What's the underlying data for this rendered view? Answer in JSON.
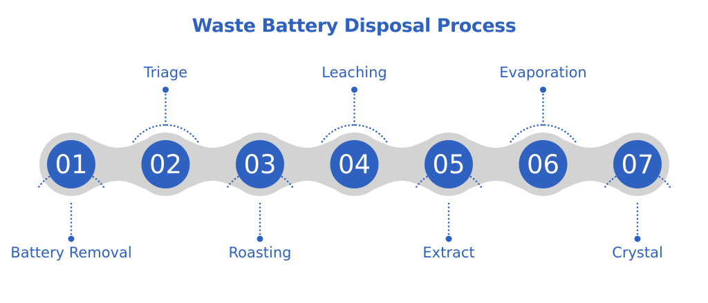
{
  "title": "Waste Battery Disposal Process",
  "colors": {
    "accent": "#2f62c0",
    "track": "#d3d3d3",
    "text_on_accent": "#ffffff"
  },
  "steps": [
    {
      "number": "01",
      "label": "Battery Removal",
      "label_position": "below"
    },
    {
      "number": "02",
      "label": "Triage",
      "label_position": "above"
    },
    {
      "number": "03",
      "label": "Roasting",
      "label_position": "below"
    },
    {
      "number": "04",
      "label": "Leaching",
      "label_position": "above"
    },
    {
      "number": "05",
      "label": "Extract",
      "label_position": "below"
    },
    {
      "number": "06",
      "label": "Evaporation",
      "label_position": "above"
    },
    {
      "number": "07",
      "label": "Crystal",
      "label_position": "below"
    }
  ]
}
